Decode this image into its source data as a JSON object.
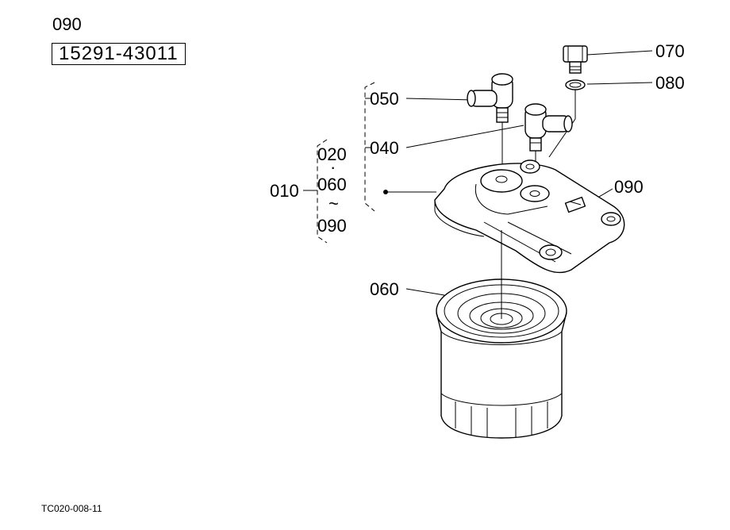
{
  "header": {
    "ref_no": "090",
    "part_number": "15291-43011"
  },
  "callouts": {
    "c070": "070",
    "c080": "080",
    "c050": "050",
    "c040": "040",
    "c020": "020",
    "c060a": "060",
    "c090a": "090",
    "c010": "010",
    "c090b": "090",
    "c060b": "060",
    "range_dot": "·",
    "range_tilde": "~"
  },
  "footer": {
    "code": "TC020-008-11"
  }
}
